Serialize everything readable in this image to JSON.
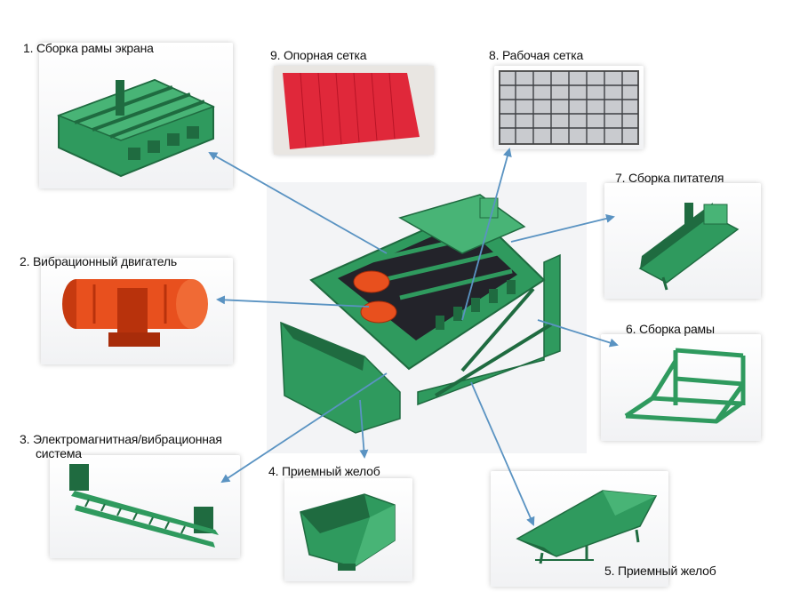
{
  "diagram": {
    "labels": {
      "screen_frame": "1. Сборка рамы экрана",
      "vibration_motor": "2. Вибрационный двигатель",
      "em_system_line1": "3. Электромагнитная/вибрационная",
      "em_system_line2": "система",
      "receiving_chute_a": "4. Приемный желоб",
      "receiving_chute_b": "5. Приемный желоб",
      "frame_assembly": "6. Сборка рамы",
      "feeder_assembly": "7. Сборка питателя",
      "working_mesh": "8. Рабочая сетка",
      "support_mesh": "9. Опорная сетка"
    },
    "colors": {
      "machine_green": "#2f9a5e",
      "machine_dark": "#1f6b40",
      "motor_orange": "#e8501e",
      "mesh_red": "#e0283a",
      "arrow": "#5a93c2"
    }
  }
}
